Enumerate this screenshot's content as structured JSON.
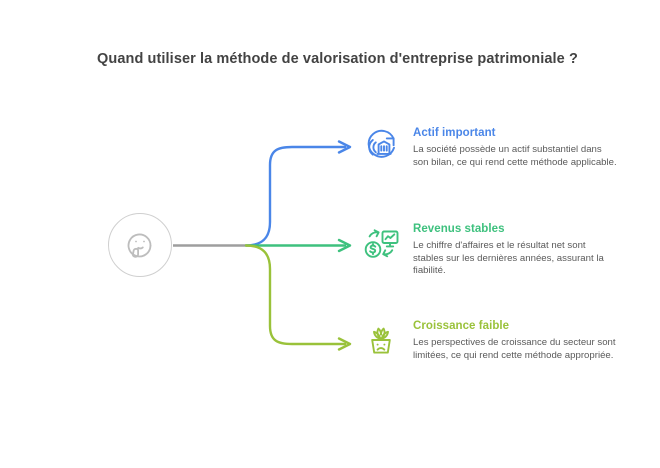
{
  "page": {
    "title": "Quand utiliser la méthode de valorisation d'entreprise patrimoniale ?",
    "background_color": "#ffffff",
    "title_color": "#434343"
  },
  "center_node": {
    "icon": "thinking-face-icon",
    "stroke_color": "#bdbdbd",
    "border_color": "#cfcfcf"
  },
  "colors": {
    "blue": "#4a86e8",
    "green": "#3ec17e",
    "olive": "#9ac23a",
    "stem_gray": "#9e9e9e",
    "body_text": "#5a5a5a"
  },
  "branches": [
    {
      "heading": "Actif important",
      "body": "La société possède un actif substantiel dans son bilan, ce qui rend cette méthode applicable.",
      "icon": "bank-building-asset-icon",
      "color": "#4a86e8",
      "connector": "arrow-up-branch"
    },
    {
      "heading": "Revenus stables",
      "body": "Le chiffre d'affaires et le résultat net sont stables sur les dernières années, assurant la fiabilité.",
      "icon": "revenue-chart-dollar-cycle-icon",
      "color": "#3ec17e",
      "connector": "arrow-straight-branch"
    },
    {
      "heading": "Croissance faible",
      "body": "Les perspectives de croissance du secteur sont limitées, ce qui rend cette méthode appropriée.",
      "icon": "sad-potted-plant-icon",
      "color": "#9ac23a",
      "connector": "arrow-down-branch"
    }
  ]
}
